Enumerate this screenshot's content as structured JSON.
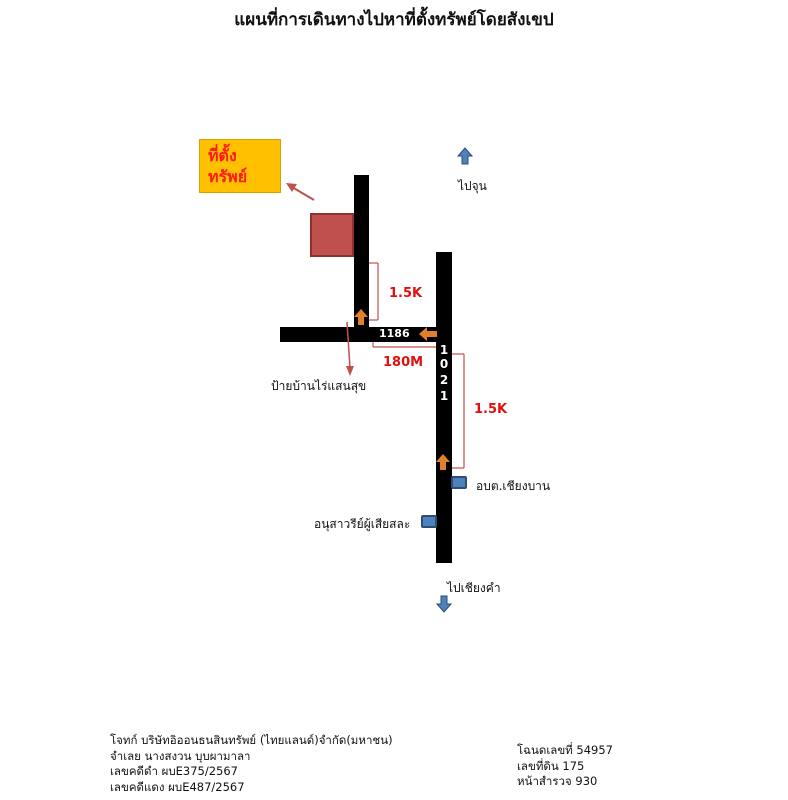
{
  "title": "แผนที่การเดินทางไปหาที่ตั้งทรัพย์โดยสังเขป",
  "property_callout": {
    "line1": "ที่ตั้ง",
    "line2": "ทรัพย์"
  },
  "labels": {
    "to_north": "ไปจุน",
    "to_south": "ไปเชียงคำ",
    "bus_stop": "ป้ายบ้านไร่แสนสุข",
    "sao_office": "อบต.เชียงบาน",
    "memorial": "อนุสาวรีย์ผู้เสียสละ"
  },
  "roads": {
    "road_1186": "1186",
    "road_1021_digits": [
      "1",
      "0",
      "2",
      "1"
    ]
  },
  "distances": {
    "upper": "1.5K",
    "middle": "180M",
    "lower": "1.5K"
  },
  "footer_left": [
    "โจทก์ บริษัทอิออนธนสินทรัพย์ (ไทยแลนด์)จำกัด(มหาชน)",
    "จำเลย นางสงวน บุบผามาลา",
    "เลขคดีดำ ผบE375/2567",
    "เลขคดีแดง ผบE487/2567"
  ],
  "footer_right": [
    "โฉนดเลขที่ 54957",
    "เลขที่ดิน  175",
    "หน้าสำรวจ 930"
  ],
  "colors": {
    "road": "#000000",
    "callout_bg": "#ffc000",
    "callout_text": "#ff1a1a",
    "property": "#c0504d",
    "marker": "#4f81bd",
    "direction_arrow": "#4f81bd",
    "travel_arrow": "#e0802a",
    "dimension_line": "#c0504d",
    "distance_text": "#e01010"
  }
}
